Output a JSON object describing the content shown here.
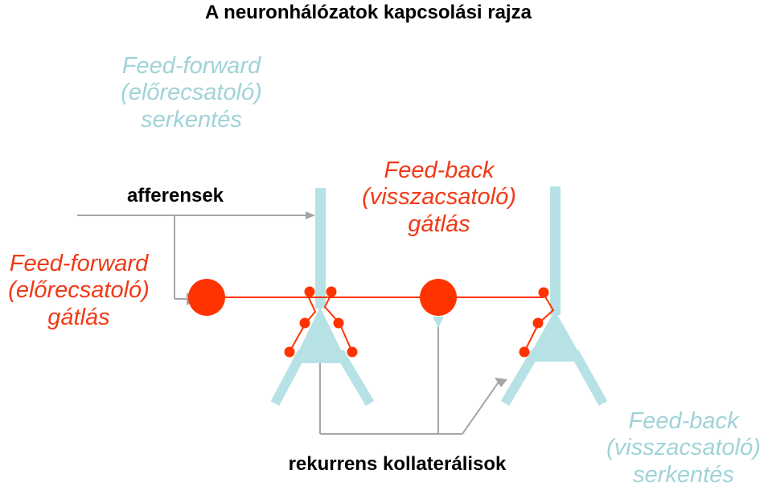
{
  "title": "A neuronhálózatok kapcsolási rajza",
  "labels": {
    "ff_excitation": [
      "Feed-forward",
      "(előrecsatoló)",
      "serkentés"
    ],
    "ff_inhibition": [
      "Feed-forward",
      "(előrecsatoló)",
      "gátlás"
    ],
    "fb_inhibition": [
      "Feed-back",
      "(visszacsatoló)",
      "gátlás"
    ],
    "fb_excitation": [
      "Feed-back",
      "(visszacsatoló)",
      "serkentés"
    ],
    "afferents": "afferensek",
    "recurrent": "rekurrens kollaterálisok"
  },
  "colors": {
    "excitatory": "#9fd3d8",
    "excitatory_neuron": "#b7e2e5",
    "inhibitory": "#ff3300",
    "inhibitory_text": "#f03a17",
    "connector": "#9a9a9a",
    "text": "#000000"
  }
}
